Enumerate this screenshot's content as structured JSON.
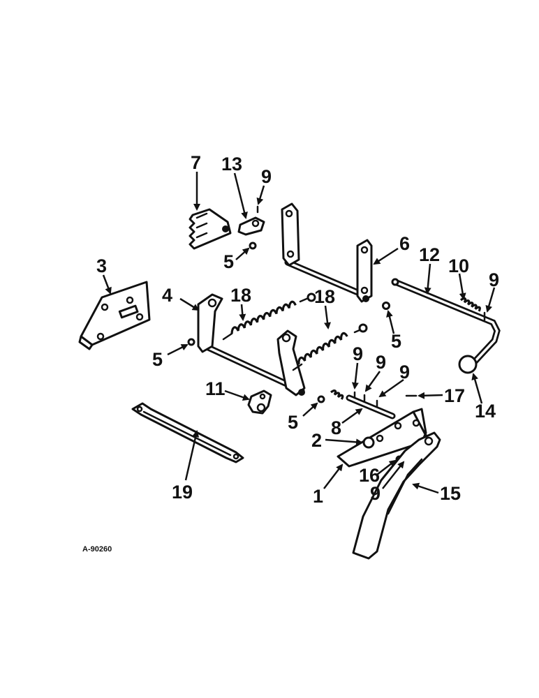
{
  "diagram": {
    "figure_id": "A-90260",
    "callouts": {
      "c1": "1",
      "c2": "2",
      "c3": "3",
      "c4": "4",
      "c5a": "5",
      "c5b": "5",
      "c5c": "5",
      "c5d": "5",
      "c6": "6",
      "c7": "7",
      "c8": "8",
      "c9a": "9",
      "c9b": "9",
      "c9c": "9",
      "c9d": "9",
      "c9e": "9",
      "c9f": "9",
      "c10": "10",
      "c11": "11",
      "c12": "12",
      "c13": "13",
      "c14": "14",
      "c15": "15",
      "c16": "16",
      "c17": "17",
      "c18a": "18",
      "c18b": "18",
      "c19": "19"
    }
  }
}
